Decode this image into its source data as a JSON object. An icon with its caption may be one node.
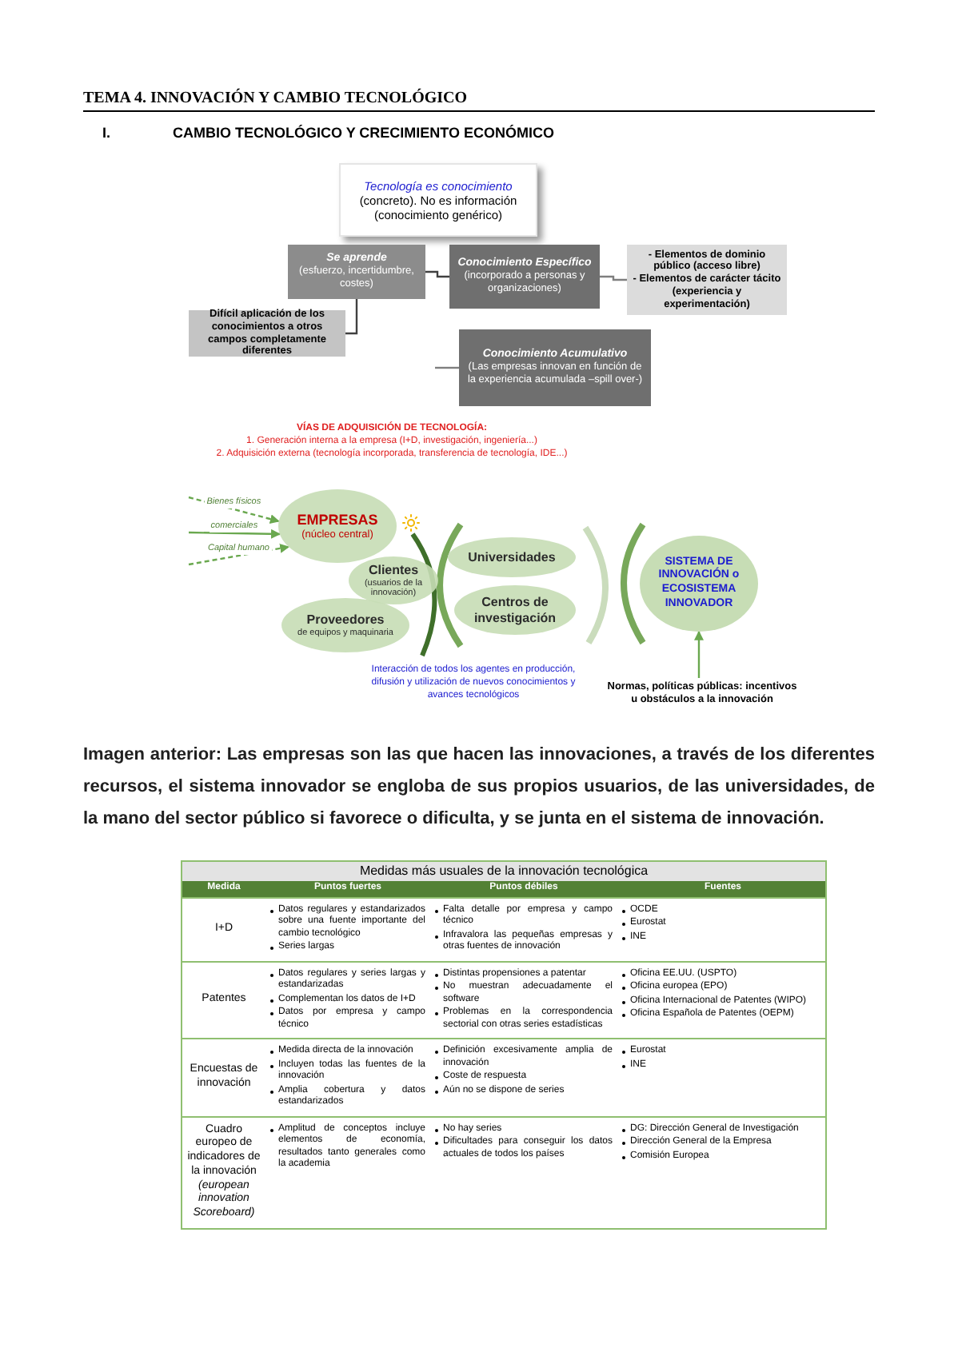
{
  "diagram": {
    "title": "TEMA 4. INNOVACIÓN Y CAMBIO TECNOLÓGICO",
    "nodes": [
      {
        "text": [
          "Tecnología es conocimiento",
          "(concreto). No es información (conocimiento genérico)"
        ]
      },
      {
        "text": [
          "Se aprende",
          "(esfuerzo, incertidumbre, costes)"
        ]
      },
      {
        "text": [
          "Conocimiento Específico",
          "(incorporado a personas y organizaciones)"
        ]
      },
      {
        "text": [
          "- Elementos de dominio público (acceso libre)",
          "- Elementos de carácter tácito (experiencia y experimentación)"
        ]
      },
      {
        "text": [
          "Difícil aplicación de los conocimientos a otros campos completamente diferentes"
        ]
      },
      {
        "text": [
          "Conocimiento Acumulativo",
          "(Las empresas innovan en función de la experiencia acumulada –spill over-)"
        ]
      },
      {
        "text": [
          "EMPRESAS",
          "(núcleo central)"
        ]
      },
      {
        "text": [
          "Clientes",
          "(usuarios de la innovación)"
        ]
      },
      {
        "text": [
          "Proveedores",
          "de equipos y maquinaria"
        ]
      },
      {
        "text": [
          "Universidades"
        ]
      },
      {
        "text": [
          "Centros de investigación"
        ]
      },
      {
        "text": [
          "SISTEMA DE INNOVACIÓN o ECOSISTEMA INNOVADOR"
        ]
      },
      {
        "text": [
          "Normas, políticas públicas: incentivos u obstáculos a la innovación"
        ]
      }
    ],
    "edges": [
      {
        "from": 1,
        "to": 2,
        "arrow": "none",
        "color": "#404040"
      },
      {
        "from": 2,
        "to": 3,
        "arrow": "none"
      },
      {
        "from": 1,
        "to": 4,
        "arrow": "none",
        "color": "#404040"
      },
      {
        "from": null,
        "to": 5,
        "arrow": "none"
      },
      {
        "from": null,
        "to": 6,
        "arrow": "to",
        "label": "Bienes físicos",
        "style": "dashed",
        "color": "#6aa84f"
      },
      {
        "from": null,
        "to": 6,
        "arrow": "to",
        "label": "comerciales",
        "color": "#6aa84f"
      },
      {
        "from": null,
        "to": 6,
        "arrow": "to",
        "label": "Capital humano",
        "style": "dashed",
        "color": "#6aa84f"
      },
      {
        "from": 12,
        "to": 11,
        "arrow": "to",
        "color": "#6aa84f"
      }
    ],
    "labels": [
      "I.",
      "CAMBIO TECNOLÓGICO Y CRECIMIENTO ECONÓMICO",
      "VÍAS DE ADQUISICIÓN DE TECNOLOGÍA:",
      "1. Generación interna a la empresa (I+D, investigación, ingeniería...)",
      "2. Adquisición externa (tecnología incorporada, transferencia de tecnología, IDE...)",
      "Interacción de todos los agentes en producción, difusión y utilización de nuevos conocimientos y avances tecnológicos",
      "Imagen anterior: Las empresas son las que hacen las innovaciones, a través de los diferentes recursos, el sistema innovador se engloba de sus propios usuarios, de las universidades, de la mano del sector público si favorece o dificulta, y se junta en el sistema de innovación.",
      "Medidas más usuales de la innovación tecnológica",
      "Medida",
      "Puntos fuertes",
      "Puntos débiles",
      "Fuentes",
      "I+D",
      "Datos regulares y estandarizados sobre una fuente importante del cambio tecnológico",
      "Series largas",
      "Falta detalle por empresa y campo técnico",
      "Infravalora las pequeñas empresas y otras fuentes de innovación",
      "OCDE",
      "Eurostat",
      "INE",
      "Patentes",
      "Datos regulares y series largas y estandarizadas",
      "Complementan los datos de I+D",
      "Datos por empresa y campo técnico",
      "Distintas propensiones a patentar",
      "No muestran adecuadamente el software",
      "Problemas en la correspondencia sectorial con otras series estadísticas",
      "Oficina EE.UU. (USPTO)",
      "Oficina europea (EPO)",
      "Oficina Internacional de Patentes (WIPO)",
      "Oficina Española de Patentes (OEPM)",
      "Encuestas de innovación",
      "Medida directa de la innovación",
      "Incluyen todas las fuentes de la innovación",
      "Amplia cobertura y datos estandarizados",
      "Definición excesivamente amplia de innovación",
      "Coste de respuesta",
      "Aún no se dispone de series",
      "Eurostat",
      "INE",
      "Cuadro europeo de indicadores de la innovación *(european innovation Scoreboard)*",
      "Amplitud de conceptos incluye elementos de economía, resultados tanto generales como la academia",
      "No hay series",
      "Dificultades para conseguir los datos actuales de todos los países",
      "DG: Dirección General de Investigación",
      "Dirección General de la Empresa",
      "Comisión Europea"
    ]
  }
}
